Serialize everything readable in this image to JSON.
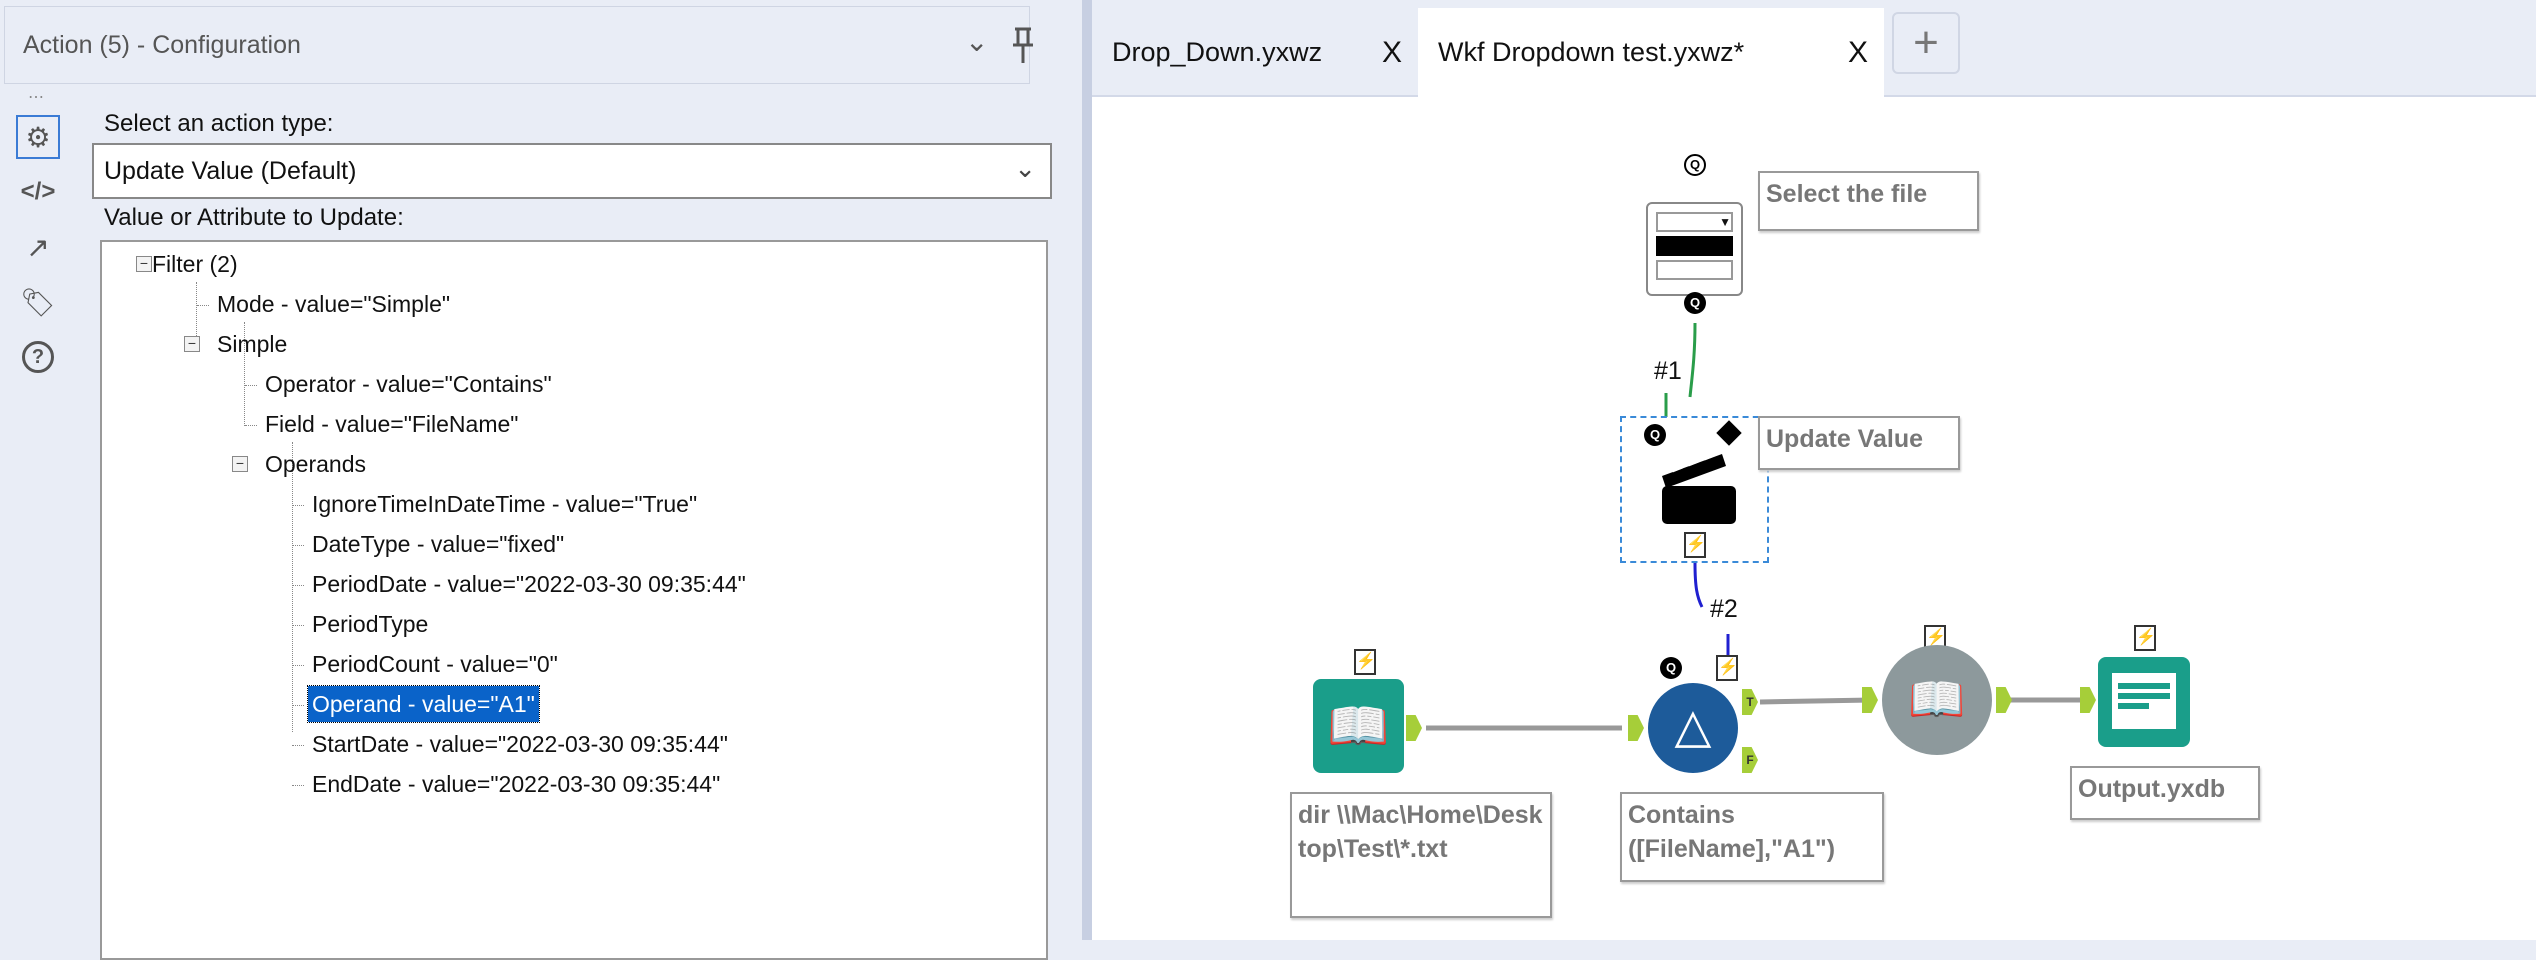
{
  "config_panel": {
    "title": "Action (5) - Configuration",
    "action_type_label": "Select an action type:",
    "action_type_value": "Update Value (Default)",
    "tree_label": "Value or Attribute to Update:",
    "tree": [
      {
        "text": "Filter (2)",
        "level": 0,
        "toggle": "−"
      },
      {
        "text": "Mode - value=\"Simple\"",
        "level": 1
      },
      {
        "text": "Simple",
        "level": 1,
        "toggle": "−"
      },
      {
        "text": "Operator - value=\"Contains\"",
        "level": 2
      },
      {
        "text": "Field - value=\"FileName\"",
        "level": 2
      },
      {
        "text": "Operands",
        "level": 2,
        "toggle": "−"
      },
      {
        "text": "IgnoreTimeInDateTime - value=\"True\"",
        "level": 3
      },
      {
        "text": "DateType - value=\"fixed\"",
        "level": 3
      },
      {
        "text": "PeriodDate - value=\"2022-03-30 09:35:44\"",
        "level": 3
      },
      {
        "text": "PeriodType",
        "level": 3
      },
      {
        "text": "PeriodCount - value=\"0\"",
        "level": 3
      },
      {
        "text": "Operand - value=\"A1\"",
        "level": 3,
        "selected": true
      },
      {
        "text": "StartDate - value=\"2022-03-30 09:35:44\"",
        "level": 3
      },
      {
        "text": "EndDate - value=\"2022-03-30 09:35:44\"",
        "level": 3
      }
    ]
  },
  "tabs": [
    {
      "label": "Drop_Down.yxwz",
      "close": "X"
    },
    {
      "label": "Wkf Dropdown test.yxwz*",
      "close": "X",
      "active": true
    }
  ],
  "new_tab": "+",
  "canvas": {
    "dropdown_label": "Select the file",
    "action_label": "Update Value",
    "conn1": "#1",
    "conn2": "#2",
    "input_label": "dir \\\\Mac\\Home\\Desktop\\Test\\*.txt",
    "filter_label": "Contains ([FileName],\"A1\")",
    "output_label": "Output.yxdb",
    "anchor_t": "T",
    "anchor_f": "F",
    "q": "Q",
    "bolt": "⚡"
  },
  "colors": {
    "accent": "#0a63c9",
    "teal": "#1a9e8a",
    "filter": "#1d5b9a",
    "anchor": "#a6ce39"
  }
}
